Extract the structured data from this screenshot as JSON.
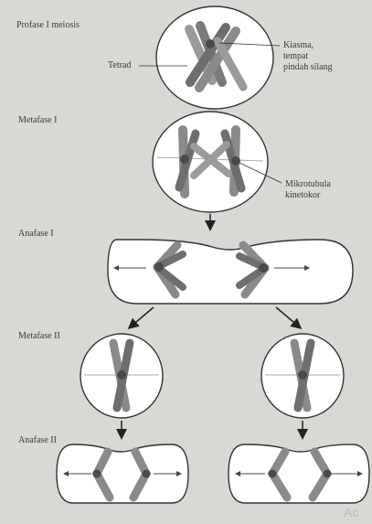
{
  "stages": {
    "prophase1": "Profase I meiosis",
    "metaphase1": "Metafase I",
    "anaphase1": "Anafase I",
    "metaphase2": "Metafase II",
    "anaphase2": "Anafase II"
  },
  "annotations": {
    "tetrad": "Tetrad",
    "chiasma_line1": "Kiasma,",
    "chiasma_line2": "tempat",
    "chiasma_line3": "pindah silang",
    "mt_line1": "Mikrotubula",
    "mt_line2": "kinetokor"
  },
  "watermark": "Ac",
  "colors": {
    "background": "#d8d8d5",
    "cell_fill": "#ffffff",
    "cell_stroke": "#333333",
    "chromosome_light": "#9a9a9a",
    "chromosome_dark": "#6e6e6e",
    "centromere": "#4a4a4a",
    "arrow": "#222222"
  }
}
